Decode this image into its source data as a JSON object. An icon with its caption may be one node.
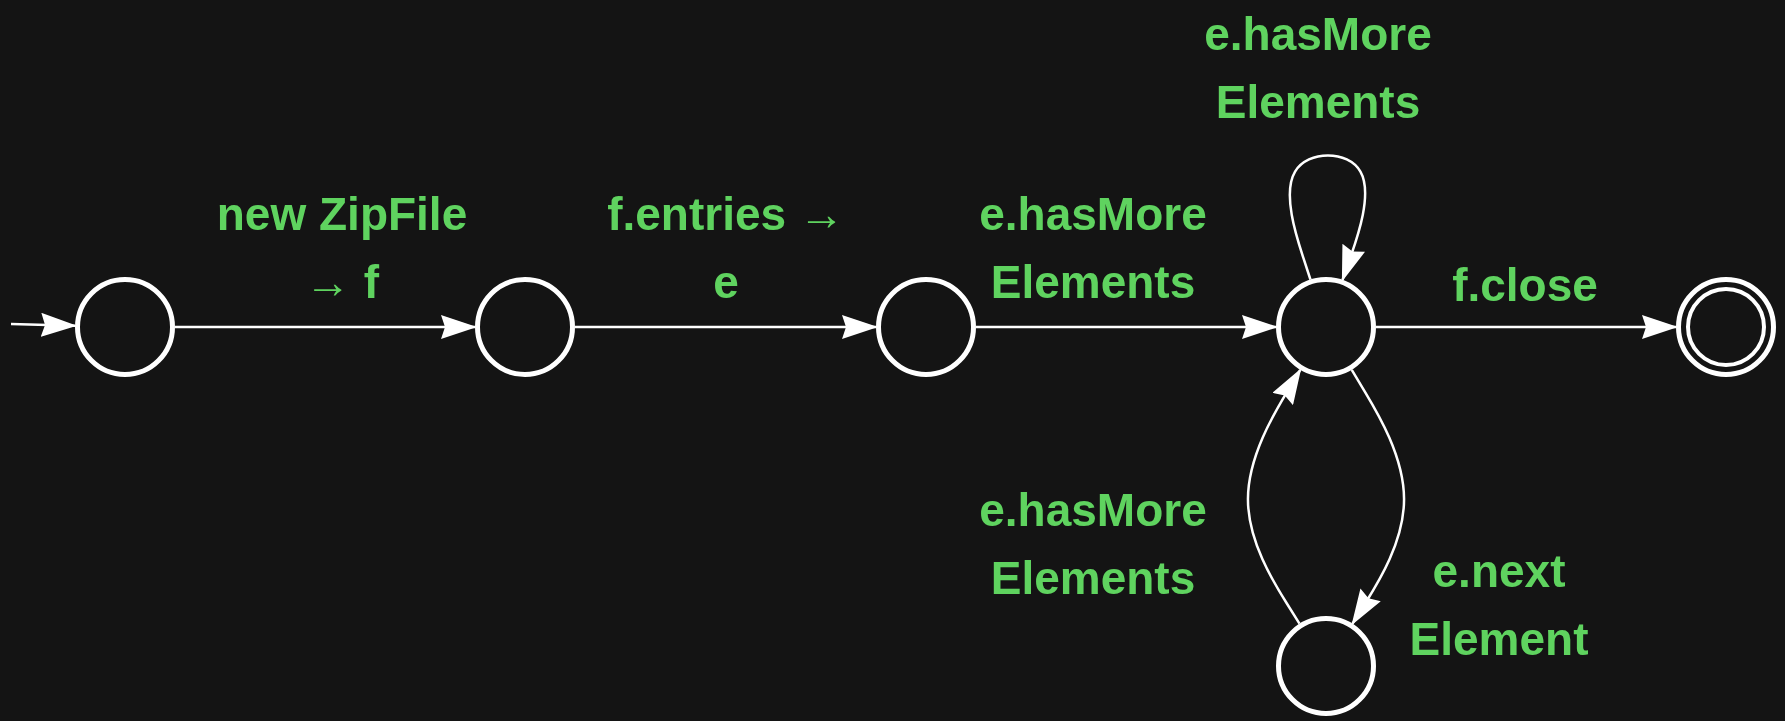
{
  "diagram": {
    "nodes": [
      {
        "text": [],
        "shape": "circle"
      },
      {
        "text": [],
        "shape": "circle"
      },
      {
        "text": [],
        "shape": "circle"
      },
      {
        "text": [],
        "shape": "circle"
      },
      {
        "text": [],
        "shape": "circle"
      },
      {
        "text": [],
        "shape": "circle"
      }
    ],
    "edges": [
      {
        "from": null,
        "to": 0,
        "arrow": "to"
      },
      {
        "from": 0,
        "to": 1,
        "arrow": "to",
        "label": "new ZipFile → f"
      },
      {
        "from": 1,
        "to": 2,
        "arrow": "to",
        "label": "f.entries → e"
      },
      {
        "from": 2,
        "to": 3,
        "arrow": "to",
        "label": "e.hasMore Elements"
      },
      {
        "from": 3,
        "to": 3,
        "arrow": "to",
        "label": "e.hasMore Elements"
      },
      {
        "from": 3,
        "to": 4,
        "arrow": "to",
        "label": "f.close"
      },
      {
        "from": 3,
        "to": 5,
        "arrow": "to",
        "label": "e.next Element"
      },
      {
        "from": 5,
        "to": 3,
        "arrow": "to",
        "label": "e.hasMore Elements"
      }
    ]
  }
}
